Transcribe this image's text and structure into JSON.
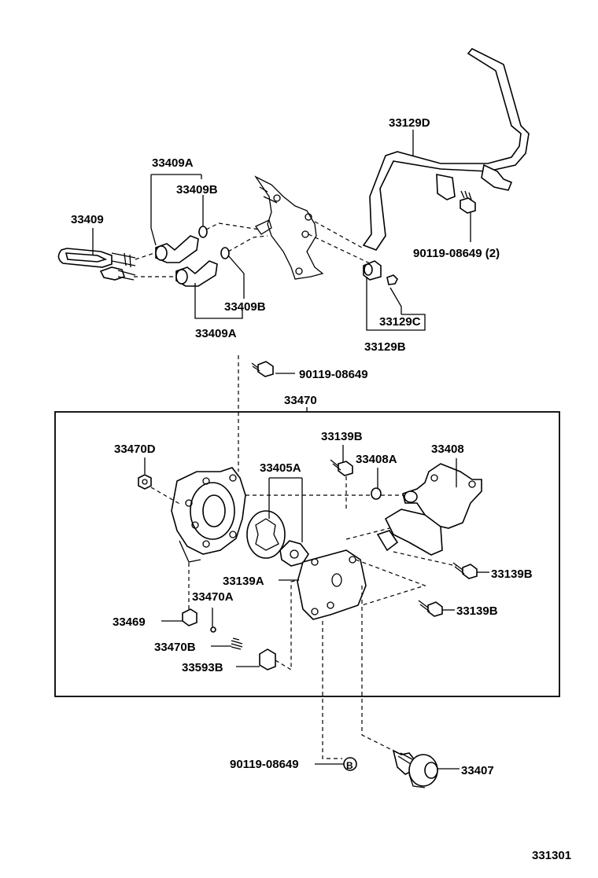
{
  "diagram": {
    "assembly_label": "33470",
    "footer_code": "331301",
    "callouts": {
      "pipe": "33129D",
      "bolt_top": "90119-08649 (2)",
      "elbow_upper": "33409A",
      "gasket_upper": "33409B",
      "hose": "33409",
      "gasket_lower": "33409B",
      "elbow_lower": "33409A",
      "nut": "33129C",
      "union": "33129B",
      "bolt_mid": "90119-08649",
      "plug_d": "33470D",
      "bolt_cover_top": "33139B",
      "rotor_set": "33405A",
      "seal": "33408A",
      "bracket": "33408",
      "bolt_right_1": "33139B",
      "gasket_cover": "33139A",
      "ball": "33470A",
      "bolt_right_2": "33139B",
      "plug": "33469",
      "spring": "33470B",
      "plug_b": "33593B",
      "bolt_bottom": "90119-08649",
      "ref_mark": "B",
      "gear": "33407"
    }
  }
}
